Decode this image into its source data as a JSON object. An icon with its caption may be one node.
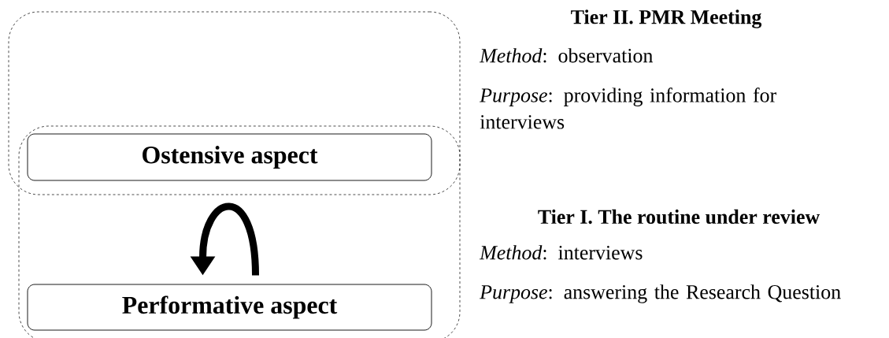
{
  "diagram": {
    "nodes": [
      {
        "text": [],
        "shape": "box"
      },
      {
        "text": [],
        "shape": "box"
      },
      {
        "text": [
          "Ostensive aspect"
        ]
      },
      {
        "text": [
          "Performative aspect"
        ],
        "in": 1
      }
    ],
    "edges": [
      {
        "from": 3,
        "to": 3,
        "arrow": "to"
      }
    ],
    "labels": [
      "Tier II. PMR Meeting",
      "*Method*: observation",
      "*Purpose*: providing information for interviews",
      "Tier I. The routine under review",
      "*Method*: interviews",
      "*Purpose*: answering the Research Question"
    ]
  }
}
